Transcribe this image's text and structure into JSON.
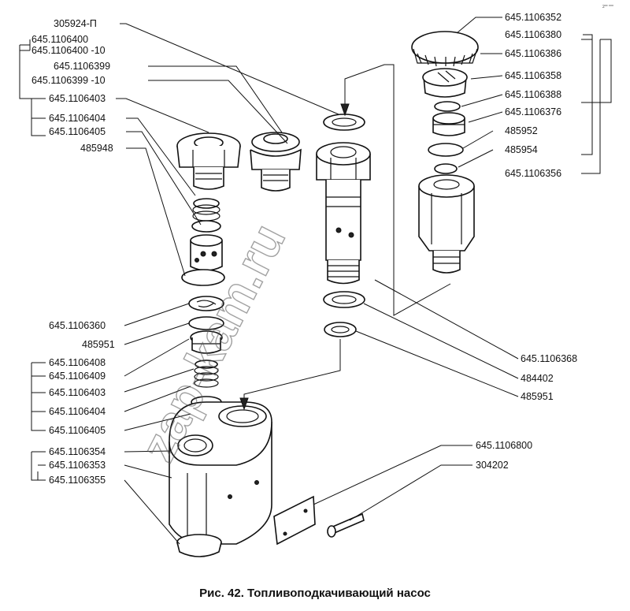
{
  "caption": "Рис. 42. Топливоподкачивающий насос",
  "watermark": "zap-kam.ru",
  "corner_mark": "2** ***",
  "labels_left": [
    "305924-П",
    "645.1106400",
    "645.1106400 -10",
    "645.1106399",
    "645.1106399 -10",
    "645.1106403",
    "645.1106404",
    "645.1106405",
    "485948",
    "645.1106360",
    "485951",
    "645.1106408",
    "645.1106409",
    "645.1106403",
    "645.1106404",
    "645.1106405",
    "645.1106354",
    "645.1106353",
    "645.1106355"
  ],
  "labels_right": [
    "645.1106352",
    "645.1106380",
    "645.1106386",
    "645.1106358",
    "645.1106388",
    "645.1106376",
    "485952",
    "485954",
    "645.1106356",
    "645.1106368",
    "484402",
    "485951",
    "645.1106800",
    "304202"
  ]
}
